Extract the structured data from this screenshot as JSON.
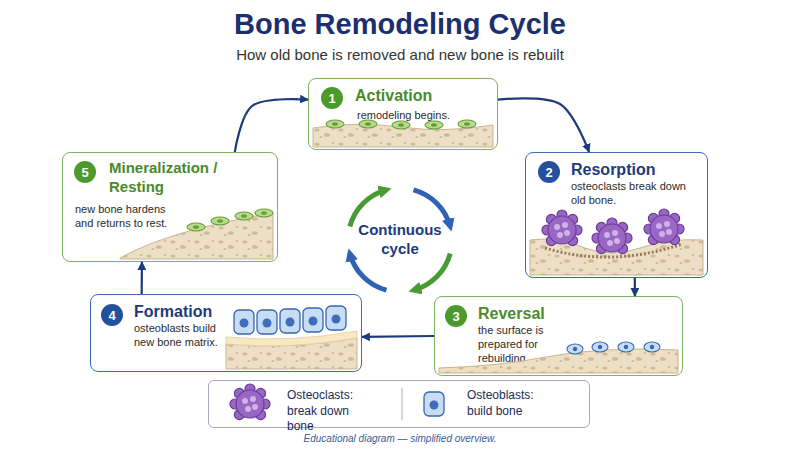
{
  "diagram": {
    "title": "Bone Remodeling Cycle",
    "caption": "Educational diagram — simplified overview.",
    "nodes": [
      {
        "text": [
          "Activation",
          "remodeling begins."
        ]
      },
      {
        "text": [
          "1"
        ],
        "in": 0
      },
      {
        "text": [
          "Resorption",
          "osteoclasts break down old bone."
        ]
      },
      {
        "text": [
          "2"
        ],
        "in": 2
      },
      {
        "text": [
          "Reversal",
          "the surface is prepared for rebuilding."
        ]
      },
      {
        "text": [
          "3"
        ],
        "in": 4
      },
      {
        "text": [
          "Formation",
          "osteoblasts build new bone matrix."
        ]
      },
      {
        "text": [
          "4"
        ],
        "in": 6
      },
      {
        "text": [
          "Mineralization / Resting",
          "new bone hardens and returns to rest."
        ]
      },
      {
        "text": [
          "5"
        ],
        "in": 8
      }
    ],
    "edges": [
      {
        "from": 0,
        "to": 2,
        "arrow": "to"
      },
      {
        "from": 2,
        "to": 4,
        "arrow": "to"
      },
      {
        "from": 4,
        "to": 6,
        "arrow": "to"
      },
      {
        "from": 6,
        "to": 8,
        "arrow": "to"
      },
      {
        "from": 8,
        "to": 0,
        "arrow": "to"
      }
    ],
    "labels": [
      "How old bone is removed and new bone is rebuilt",
      "Continuous cycle"
    ],
    "legend": [
      {
        "text": "Osteoclasts: break down bone"
      },
      {
        "text": "Osteoblasts: build bone"
      }
    ]
  }
}
